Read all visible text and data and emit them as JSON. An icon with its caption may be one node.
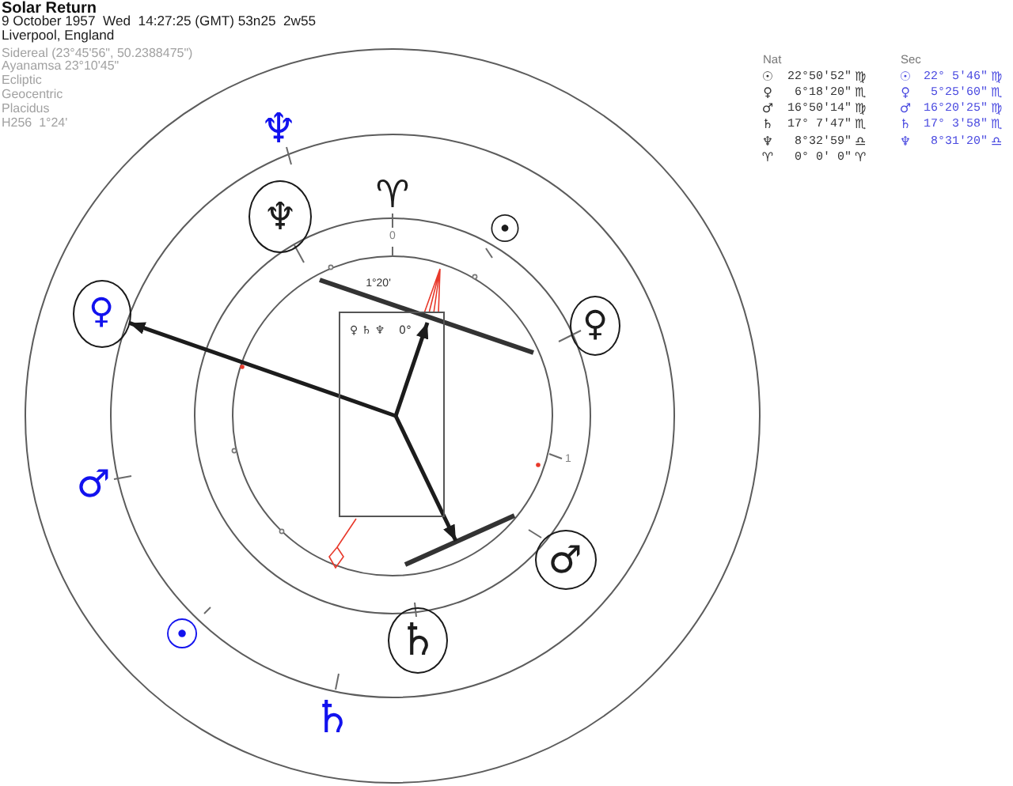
{
  "diagram": {
    "title": "Solar Return",
    "nodes": [
      {
        "text": [
          "♆"
        ]
      },
      {
        "text": [
          "♀"
        ]
      },
      {
        "text": [
          "♀ ♄ ♆",
          "0°"
        ]
      },
      {
        "text": [
          "♀"
        ]
      },
      {
        "text": [
          "♂"
        ]
      },
      {
        "text": [
          "♄"
        ]
      }
    ],
    "edges": [
      {
        "from": 2,
        "to": 1,
        "arrow": "to"
      }
    ],
    "labels": [
      "9 October 1957  Wed  14:27:25 (GMT) 53n25  2w55",
      "Liverpool, England",
      "Sidereal (23°45'56\", 50.2388475\")",
      "Ayanamsa 23°10'45\"",
      "Ecliptic",
      "Geocentric",
      "Placidus",
      "H256  1°24'",
      "Nat",
      "Sec",
      "☉",
      "22°50'52\"",
      "♍",
      "☉",
      "22° 5'46\"",
      "♍",
      "♀",
      "6°18'20\"",
      "♏",
      "♀",
      "5°25'60\"",
      "♏",
      "♂",
      "16°50'14\"",
      "♍",
      "♂",
      "16°20'25\"",
      "♍",
      "♄",
      "17° 7'47\"",
      "♏",
      "♄",
      "17° 3'58\"",
      "♏",
      "♆",
      "8°32'59\"",
      "♎",
      "♆",
      "8°31'20\"",
      "♎",
      "♈",
      "0° 0' 0\"",
      "♈",
      "♆",
      "♈",
      "☉",
      "0",
      "1°20'",
      "1",
      "♂",
      "☉",
      "♄"
    ]
  }
}
